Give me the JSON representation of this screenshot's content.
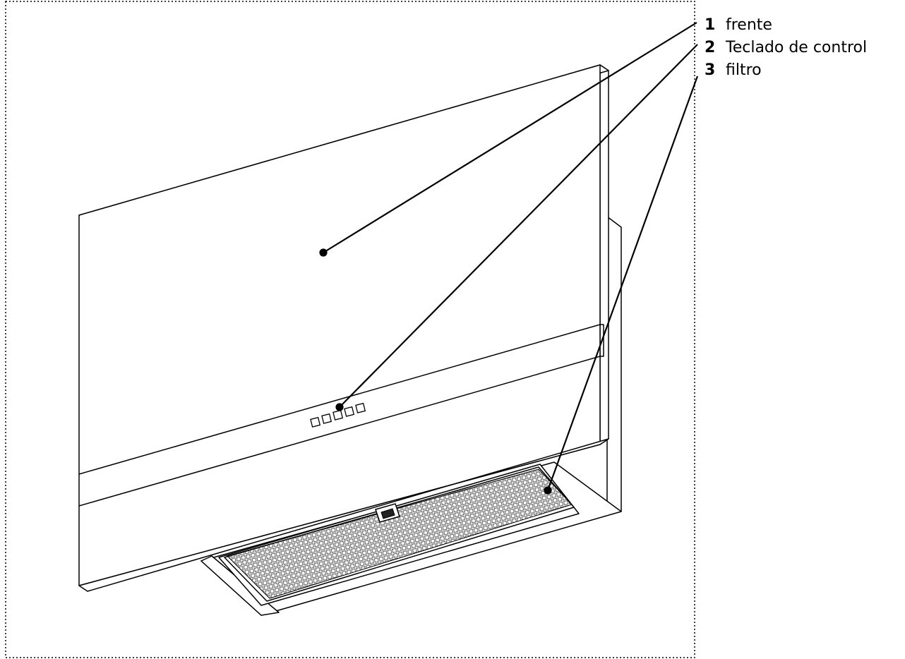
{
  "legend": [
    {
      "number": "1",
      "label": "frente"
    },
    {
      "number": "2",
      "label": "Teclado de control"
    },
    {
      "number": "3",
      "label": "filtro"
    }
  ],
  "colors": {
    "line": "#000000",
    "frame": "#000000",
    "background": "#ffffff"
  },
  "icons": [
    "control-key-icon",
    "grease-filter-grid-icon",
    "filter-handle-icon"
  ]
}
